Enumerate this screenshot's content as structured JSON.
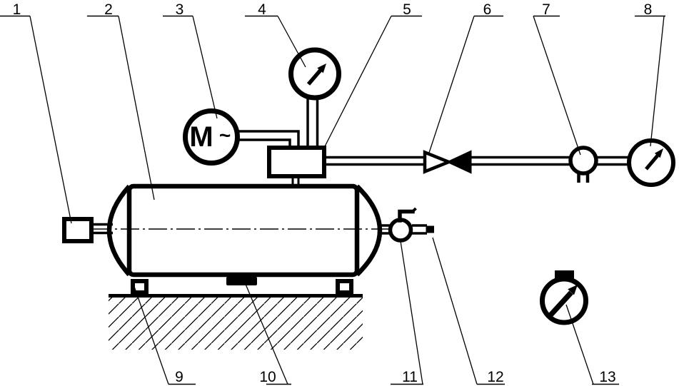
{
  "colors": {
    "ink": "#000000",
    "paper": "#ffffff"
  },
  "motor": {
    "letter": "M",
    "phase": "~"
  },
  "callouts": {
    "top": [
      {
        "n": "1"
      },
      {
        "n": "2"
      },
      {
        "n": "3"
      },
      {
        "n": "4"
      },
      {
        "n": "5"
      },
      {
        "n": "6"
      },
      {
        "n": "7"
      },
      {
        "n": "8"
      }
    ],
    "bottom": [
      {
        "n": "9"
      },
      {
        "n": "10"
      },
      {
        "n": "11"
      },
      {
        "n": "12"
      },
      {
        "n": "13"
      }
    ]
  }
}
